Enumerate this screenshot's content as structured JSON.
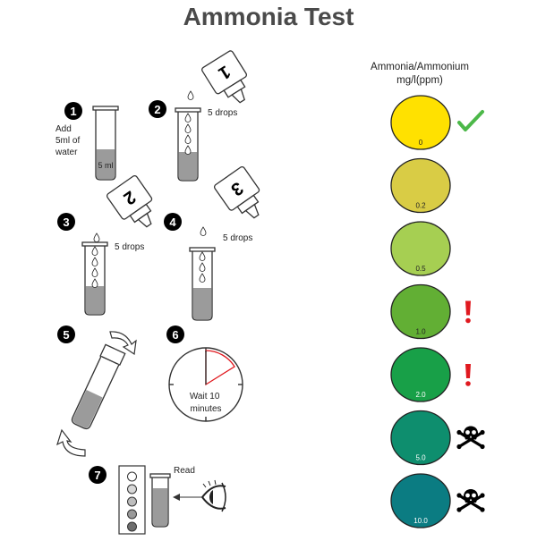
{
  "title": "Ammonia Test",
  "steps": [
    {
      "number": "1",
      "label": "Add 5ml of water",
      "tube_label": "5 ml"
    },
    {
      "number": "2",
      "label": "5 drops",
      "bottle_label": "1"
    },
    {
      "number": "3",
      "label": "5 drops",
      "bottle_label": "2"
    },
    {
      "number": "4",
      "label": "5 drops",
      "bottle_label": "3"
    },
    {
      "number": "5",
      "label": ""
    },
    {
      "number": "6",
      "label": "Wait 10 minutes"
    },
    {
      "number": "7",
      "label": "Read"
    }
  ],
  "chart": {
    "header_line1": "Ammonia/Ammonium",
    "header_line2": "mg/l(ppm)",
    "levels": [
      {
        "value": "0",
        "color": "#FFE100",
        "status": "ok"
      },
      {
        "value": "0.2",
        "color": "#D9CC45",
        "status": "none"
      },
      {
        "value": "0.5",
        "color": "#A6CF52",
        "status": "none"
      },
      {
        "value": "1.0",
        "color": "#62AF34",
        "status": "warning"
      },
      {
        "value": "2.0",
        "color": "#18A048",
        "status": "warning"
      },
      {
        "value": "5.0",
        "color": "#0E8E6E",
        "status": "danger"
      },
      {
        "value": "10.0",
        "color": "#0B7C82",
        "status": "danger"
      }
    ]
  },
  "colors": {
    "check": "#4CB849",
    "alert": "#E0191F",
    "tube_fill": "#9B9B9B"
  }
}
